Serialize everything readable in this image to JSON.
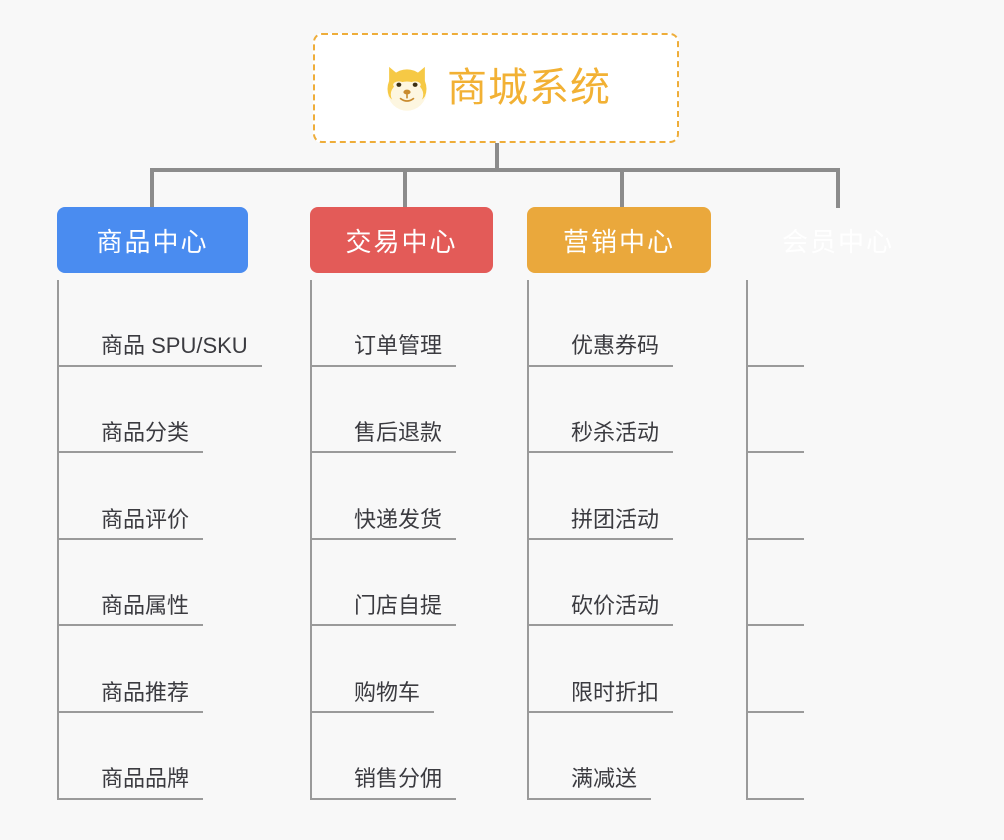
{
  "page": {
    "background_color": "#f8f8f8",
    "line_color": "#8c8c8c"
  },
  "root": {
    "title": "商城系统",
    "icon": "shiba-dog-face-icon",
    "text_color": "#f2b134",
    "border_color": "#eead3a",
    "background_color": "#ffffff"
  },
  "columns": [
    {
      "label": "商品中心",
      "color": "#4a8cf0",
      "items": [
        {
          "label": "商品 SPU/SKU"
        },
        {
          "label": "商品分类"
        },
        {
          "label": "商品评价"
        },
        {
          "label": "商品属性"
        },
        {
          "label": "商品推荐"
        },
        {
          "label": "商品品牌"
        }
      ]
    },
    {
      "label": "交易中心",
      "color": "#e35b58",
      "items": [
        {
          "label": "订单管理"
        },
        {
          "label": "售后退款"
        },
        {
          "label": "快递发货"
        },
        {
          "label": "门店自提"
        },
        {
          "label": "购物车"
        },
        {
          "label": "销售分佣"
        }
      ]
    },
    {
      "label": "营销中心",
      "color": "#eaa83c",
      "items": [
        {
          "label": "优惠券码"
        },
        {
          "label": "秒杀活动"
        },
        {
          "label": "拼团活动"
        },
        {
          "label": "砍价活动"
        },
        {
          "label": "限时折扣"
        },
        {
          "label": "满减送"
        }
      ]
    },
    {
      "label": "会员中心",
      "color": "#78c council"
    }
  ]
}
